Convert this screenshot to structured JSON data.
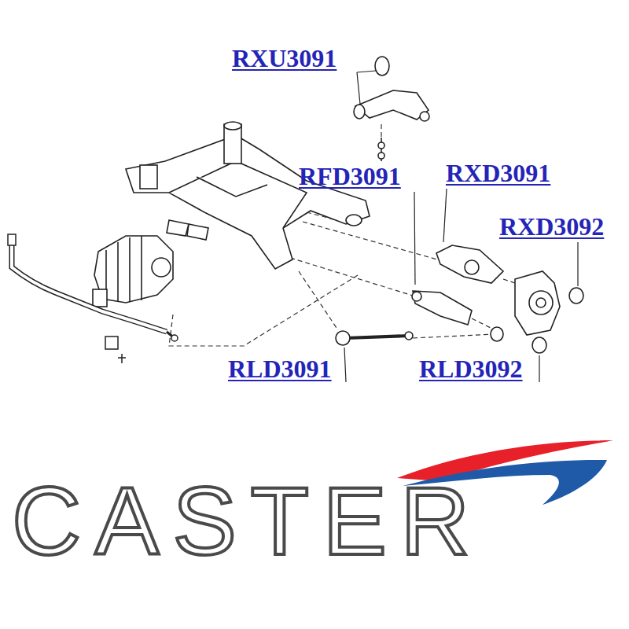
{
  "diagram": {
    "labels": [
      "RXU3091",
      "RFD3091",
      "RXD3091",
      "RXD3092",
      "RLD3091",
      "RLD3092",
      "CASTER"
    ]
  }
}
